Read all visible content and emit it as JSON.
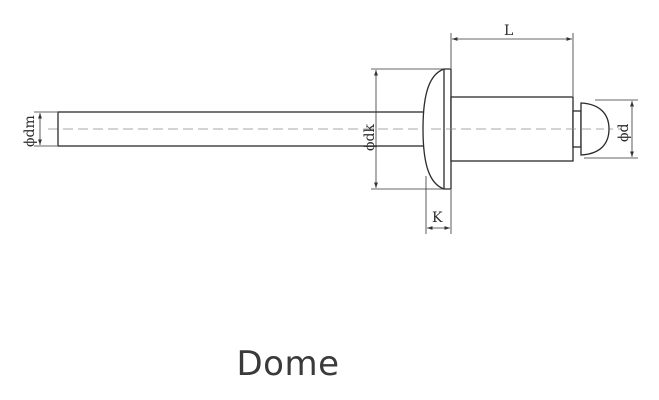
{
  "caption": "Dome",
  "labels": {
    "length": "L",
    "head_height": "K",
    "mandrel_diameter_symbol": "ϕ",
    "mandrel_diameter": "dm",
    "head_diameter_symbol": "ϕ",
    "head_diameter": "dk",
    "body_diameter_symbol": "ϕ",
    "body_diameter": "d"
  }
}
